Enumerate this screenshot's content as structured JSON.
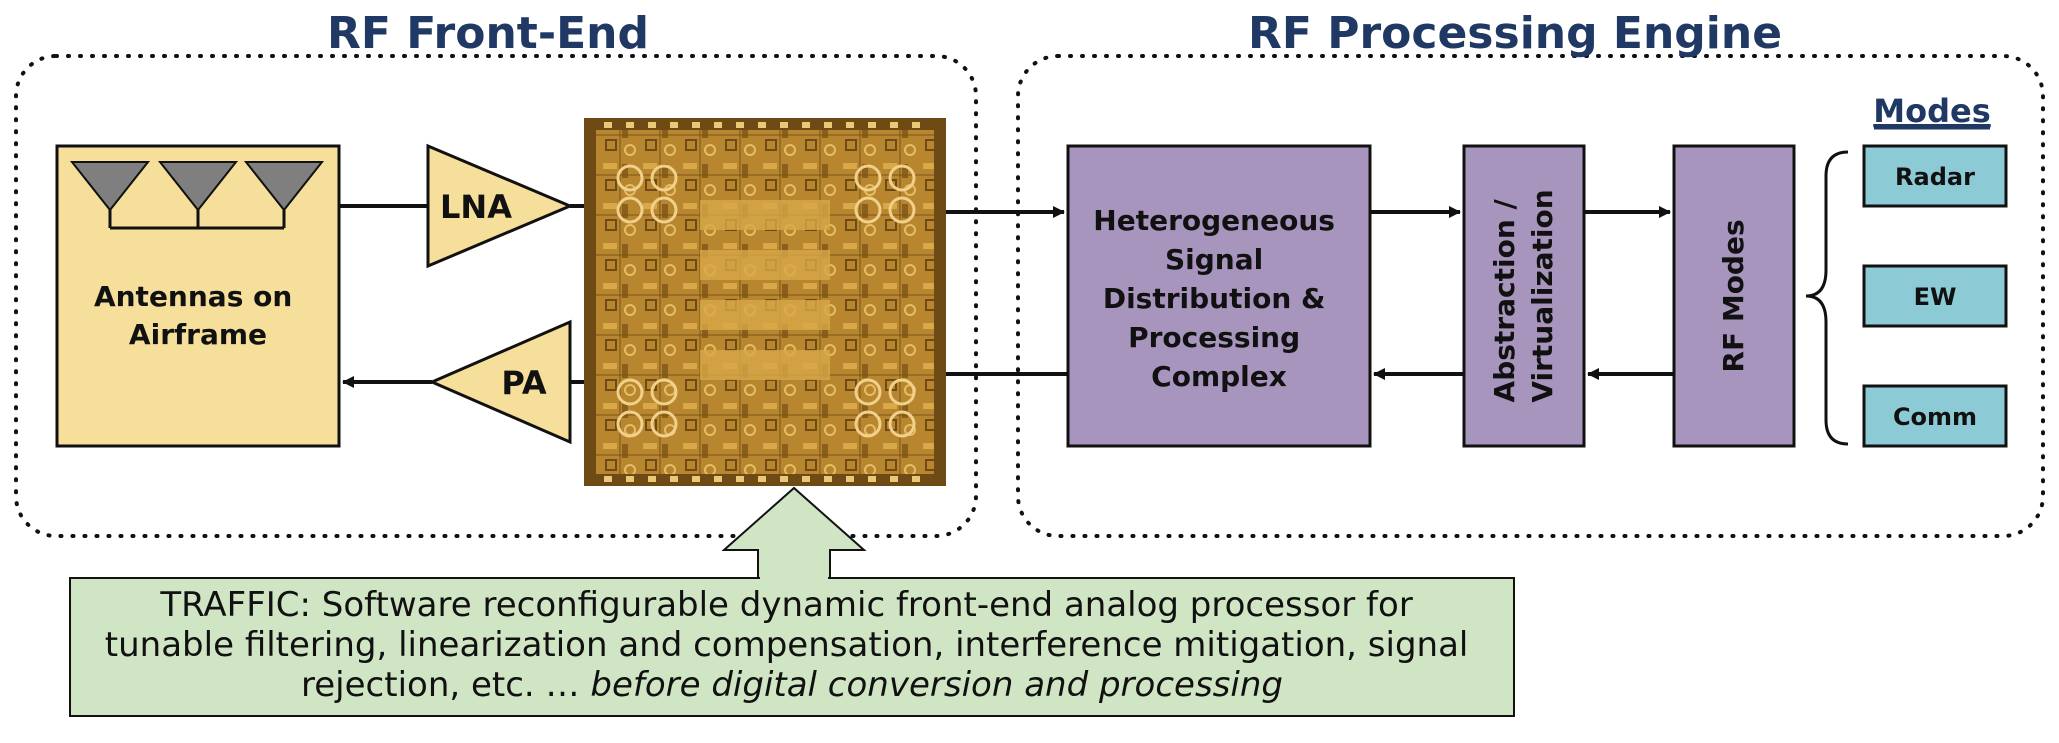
{
  "front_end": {
    "title": "RF Front-End",
    "antennas_label": [
      "Antennas on",
      "Airframe"
    ],
    "lna_label": "LNA",
    "pa_label": "PA"
  },
  "processing_engine": {
    "title": "RF Processing Engine",
    "hetero_label": [
      "Heterogeneous",
      "Signal",
      "Distribution &",
      "Processing",
      "Complex"
    ],
    "abstraction_label": [
      "Abstraction /",
      "Virtualization"
    ],
    "rf_modes_label": "RF Modes",
    "modes_heading": "Modes",
    "modes": [
      "Radar",
      "EW",
      "Comm"
    ]
  },
  "traffic_note": {
    "line1": "TRAFFIC: Software reconfigurable dynamic front-end analog processor for",
    "line2": "tunable filtering, linearization and compensation, interference mitigation, signal",
    "line3_plain": "rejection, etc. … ",
    "line3_italic": "before digital conversion and processing"
  },
  "colors": {
    "title": "#1f3864",
    "yellow_box": "#f5df9a",
    "purple_box": "#a795bd",
    "teal_box": "#8ccbd6",
    "green_note": "#d0e5c4",
    "chip_gold": "#b8862e"
  }
}
